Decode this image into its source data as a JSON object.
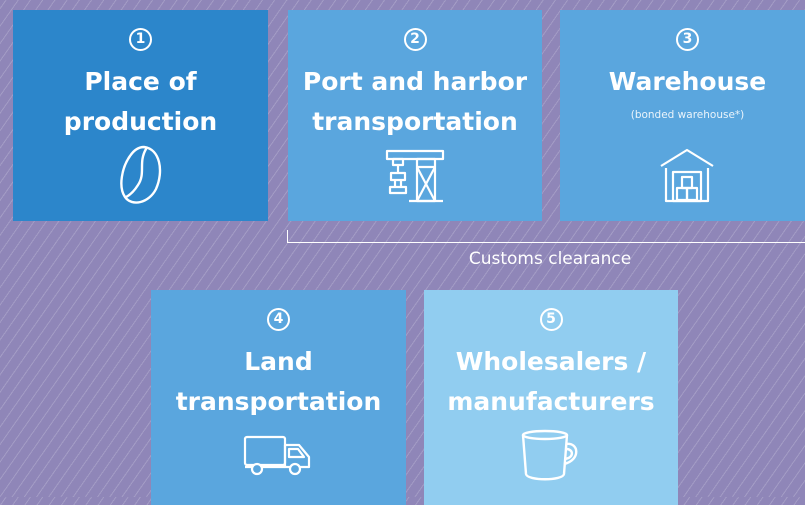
{
  "colors": {
    "background": "#8f86b8",
    "step1": "#2c86cb",
    "step2": "#5aa6de",
    "step3": "#5aa6de",
    "step4": "#5aa6de",
    "step5": "#91cdf0"
  },
  "steps": [
    {
      "number": "1",
      "title": "Place of\nproduction",
      "subtitle": "",
      "icon": "coffee-bean-icon"
    },
    {
      "number": "2",
      "title": "Port and harbor\ntransportation",
      "subtitle": "",
      "icon": "harbor-crane-icon"
    },
    {
      "number": "3",
      "title": "Warehouse",
      "subtitle": "(bonded warehouse*)",
      "icon": "warehouse-icon"
    },
    {
      "number": "4",
      "title": "Land\ntransportation",
      "subtitle": "",
      "icon": "truck-icon"
    },
    {
      "number": "5",
      "title": "Wholesalers /\nmanufacturers",
      "subtitle": "",
      "icon": "coffee-cup-icon"
    }
  ],
  "customs": {
    "label": "Customs clearance"
  }
}
